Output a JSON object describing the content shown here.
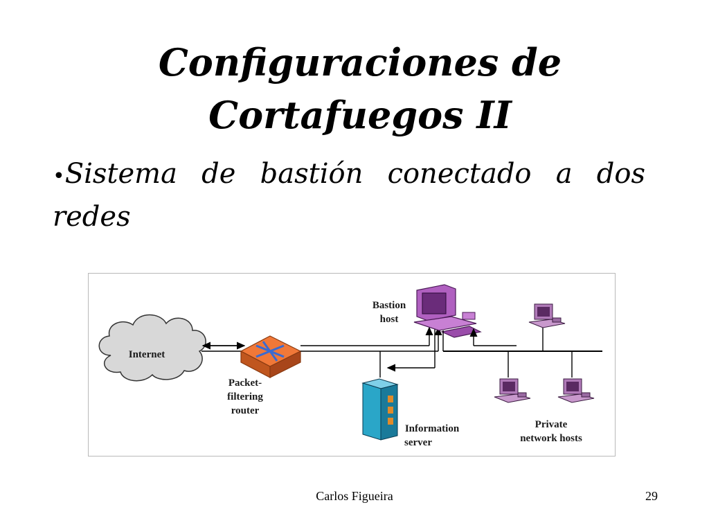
{
  "slide": {
    "title_line1": "Configuraciones de",
    "title_line2": "Cortafuegos II",
    "bullet_marker": "•",
    "bullet_text": "Sistema de bastión conectado a dos redes",
    "footer_author": "Carlos Figueira",
    "page_number": "29"
  },
  "diagram": {
    "internet_label": "Internet",
    "router_label_1": "Packet-",
    "router_label_2": "filtering",
    "router_label_3": "router",
    "bastion_label_1": "Bastion",
    "bastion_label_2": "host",
    "info_label_1": "Information",
    "info_label_2": "server",
    "hosts_label_1": "Private",
    "hosts_label_2": "network hosts",
    "colors": {
      "router": "#f07838",
      "bastion": "#b060c0",
      "server": "#2aa6c8",
      "hosts": "#b07ab8",
      "cloud": "#d8d8d8"
    }
  }
}
